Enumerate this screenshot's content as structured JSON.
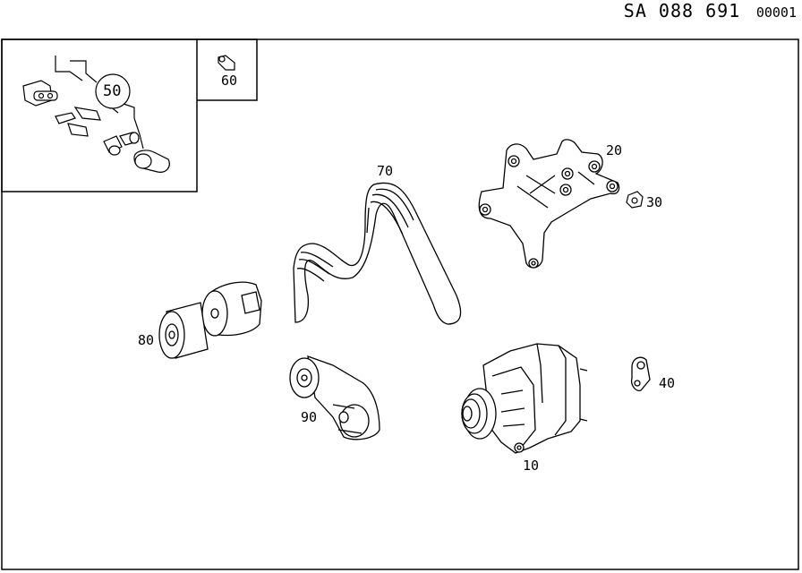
{
  "header": {
    "code": "SA 088 691",
    "suffix": "00001"
  },
  "parts": [
    {
      "id": "10",
      "label": "10"
    },
    {
      "id": "20",
      "label": "20"
    },
    {
      "id": "30",
      "label": "30"
    },
    {
      "id": "40",
      "label": "40"
    },
    {
      "id": "50",
      "label": "50"
    },
    {
      "id": "60",
      "label": "60"
    },
    {
      "id": "70",
      "label": "70"
    },
    {
      "id": "80",
      "label": "80"
    },
    {
      "id": "90",
      "label": "90"
    }
  ]
}
